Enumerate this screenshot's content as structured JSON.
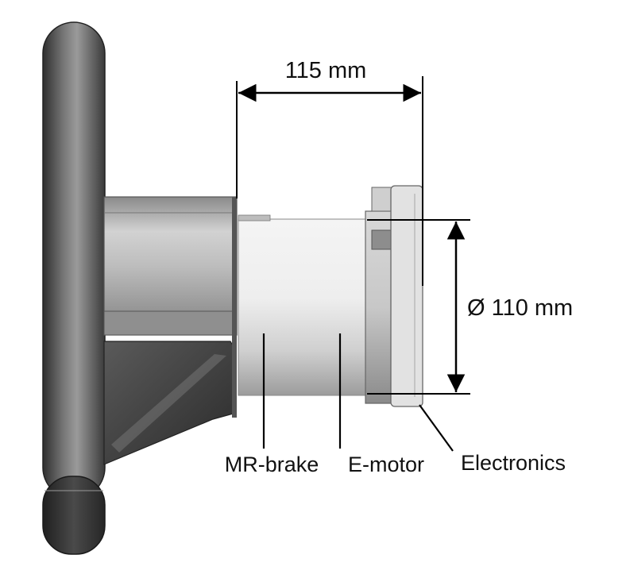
{
  "dimensions": {
    "length_label": "115 mm",
    "diameter_label": "Ø 110 mm"
  },
  "parts": [
    {
      "id": "mr-brake",
      "label": "MR-brake"
    },
    {
      "id": "e-motor",
      "label": "E-motor"
    },
    {
      "id": "electronics",
      "label": "Electronics"
    }
  ],
  "colors": {
    "wheel_dark": "#3a3a3a",
    "wheel_light": "#8e8e8e",
    "housing": "#c4c4c4",
    "motor": "#e6e6e6",
    "line": "#000000"
  }
}
